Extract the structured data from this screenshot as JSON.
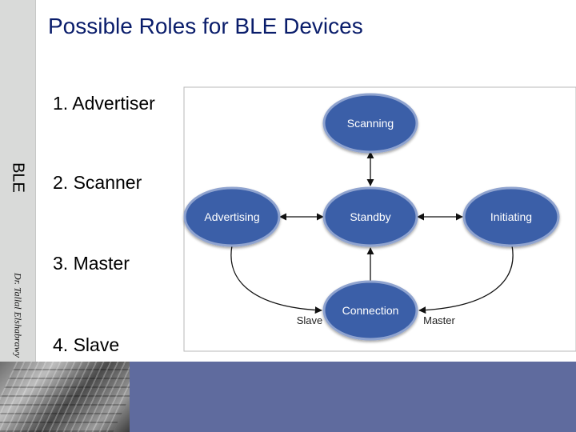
{
  "slide": {
    "title": "Possible Roles for BLE Devices",
    "bullets": [
      "1. Advertiser",
      "2. Scanner",
      "3. Master",
      "4. Slave"
    ]
  },
  "sidebar": {
    "topic": "BLE",
    "author": "Dr. Tallal Elshabrawy"
  },
  "diagram": {
    "states": {
      "scanning": "Scanning",
      "advertising": "Advertising",
      "standby": "Standby",
      "initiating": "Initiating",
      "connection": "Connection"
    },
    "edge_labels": {
      "slave": "Slave",
      "master": "Master"
    },
    "colors": {
      "node_fill": "#3a5fa8",
      "node_stroke": "#8fa3cf",
      "panel_border": "#b9b9b9",
      "title": "#0a1d6b",
      "footer": "#5f6b9e"
    }
  }
}
